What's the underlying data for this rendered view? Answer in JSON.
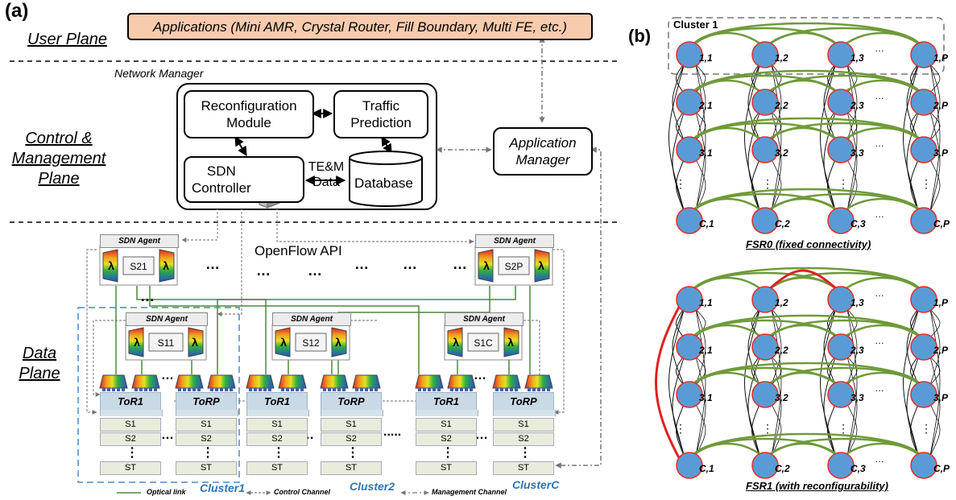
{
  "panel_a": {
    "label": "(a)",
    "planes": {
      "user": "User Plane",
      "control_line1": "Control &",
      "control_line2": "Management",
      "control_line3": "Plane",
      "data_line1": "Data",
      "data_line2": "Plane"
    },
    "applications": "Applications (Mini AMR, Crystal Router, Fill Boundary, Multi FE, etc.)",
    "network_manager": "Network Manager",
    "reconfig_line1": "Reconfiguration",
    "reconfig_line2": "Module",
    "traffic_line1": "Traffic",
    "traffic_line2": "Prediction",
    "sdn_line1": "SDN",
    "sdn_line2": "Controller",
    "tem_line1": "TE&M",
    "tem_line2": "Data",
    "database": "Database",
    "app_manager_line1": "Application",
    "app_manager_line2": "Manager",
    "openflow": "OpenFlow API",
    "sdn_agent": "SDN Agent",
    "lambda": "λ",
    "switches": {
      "s21": "S21",
      "s2p": "S2P",
      "s11": "S11",
      "s12": "S12",
      "s1c": "S1C"
    },
    "tors": [
      "ToR1",
      "ToRP",
      "ToR1",
      "ToRP",
      "ToR1",
      "ToRP"
    ],
    "servers": [
      "S1",
      "S2",
      "ST"
    ],
    "dots_h": "…",
    "dots_many": ".....",
    "dots_v": "⋮",
    "clusters": [
      "Cluster1",
      "Cluster2",
      "ClusterC"
    ],
    "legend": {
      "optical": "Optical link",
      "control": "Control Channel",
      "management": "Management Channel"
    }
  },
  "panel_b": {
    "label": "(b)",
    "cluster1": "Cluster 1",
    "row_labels": [
      "1",
      "2",
      "3",
      "C"
    ],
    "col_labels": [
      "1",
      "2",
      "3",
      "P"
    ],
    "caption_top": "FSR0 (fixed connectivity)",
    "caption_bottom": "FSR1 (with reconfigurability)"
  },
  "colors": {
    "app_box": "#f8cbad",
    "node_fill": "#5b9bd5",
    "node_stroke": "#e0302a",
    "green_link": "#6f9a3a",
    "red_link": "#e02020",
    "cluster_dash": "#4a8ac8",
    "cluster_text": "#2e75b6"
  }
}
